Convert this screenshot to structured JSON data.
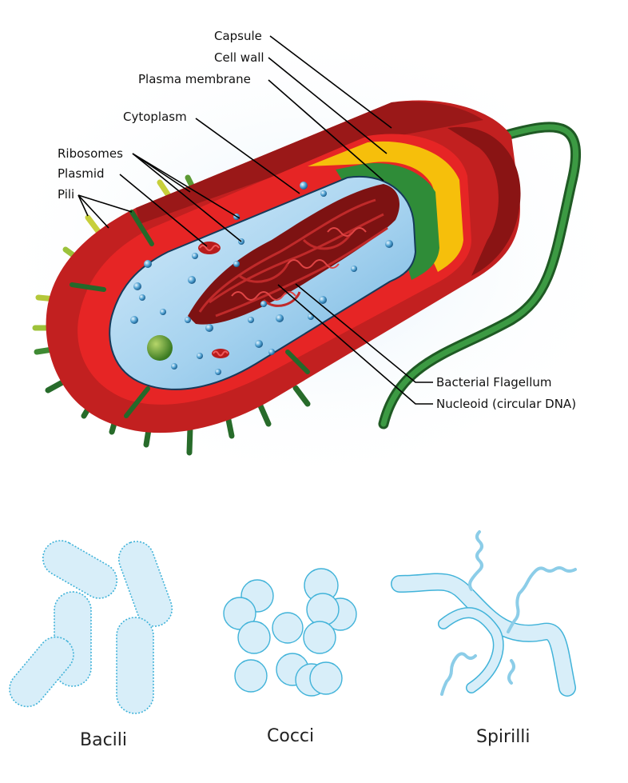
{
  "cell_labels": {
    "capsule": "Capsule",
    "cell_wall": "Cell wall",
    "plasma_membrane": "Plasma membrane",
    "cytoplasm": "Cytoplasm",
    "ribosomes": "Ribosomes",
    "plasmid": "Plasmid",
    "pili": "Pili",
    "flagellum": "Bacterial Flagellum",
    "nucleoid": "Nucleoid (circular DNA)"
  },
  "shapes": {
    "bacilli": "Bacili",
    "cocci": "Cocci",
    "spirilli": "Spirilli"
  },
  "colors": {
    "capsule_dark": "#8e1616",
    "capsule": "#c42121",
    "cell_wall": "#e32424",
    "yellow_layer": "#f7c10c",
    "plasma_membrane": "#2f8f3a",
    "cytoplasm": "#a9d6f2",
    "nucleoid": "#8c1515",
    "flagellum": "#2f7a34",
    "outline_shapes": "#41b3d9",
    "fill_shapes": "#d6eefa"
  }
}
